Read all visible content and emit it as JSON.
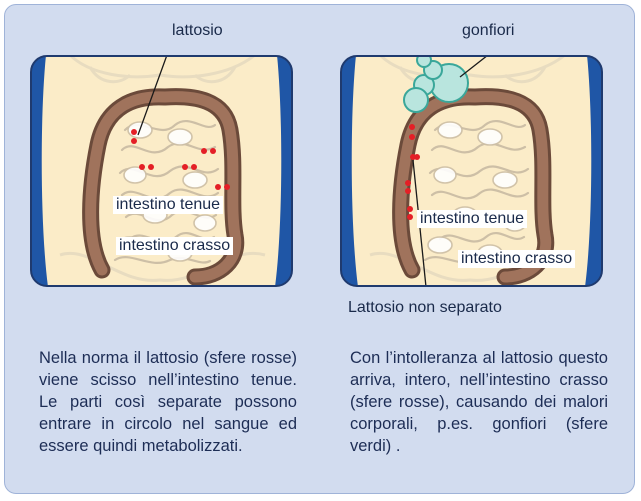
{
  "labels": {
    "lattosio": "lattosio",
    "gonfiori": "gonfiori",
    "left_tenue": "intestino tenue",
    "left_crasso": "intestino crasso",
    "right_tenue": "intestino tenue",
    "right_crasso": "intestino crasso",
    "non_separato": "Lattosio non separato"
  },
  "captions": {
    "left": "Nella norma il lattosio (sfere rosse) viene scisso nell’intestino tenue. Le parti così separate possono entrare in circolo nel sangue ed essere quindi metabolizzati.",
    "right": "Con l’intolleranza al lattosio questo arriva, intero, nell’intestino crasso (sfere rosse), causando dei malori corporali, p.es. gonfiori (sfere verdi) ."
  },
  "colors": {
    "background": "#d2dcef",
    "belly": "#fbecc8",
    "side": "#1f56a6",
    "colon": "#8f6550",
    "lactose_sphere": "#e41f26",
    "gas_bubble": "#b9e5de",
    "text": "#1d2d55"
  }
}
